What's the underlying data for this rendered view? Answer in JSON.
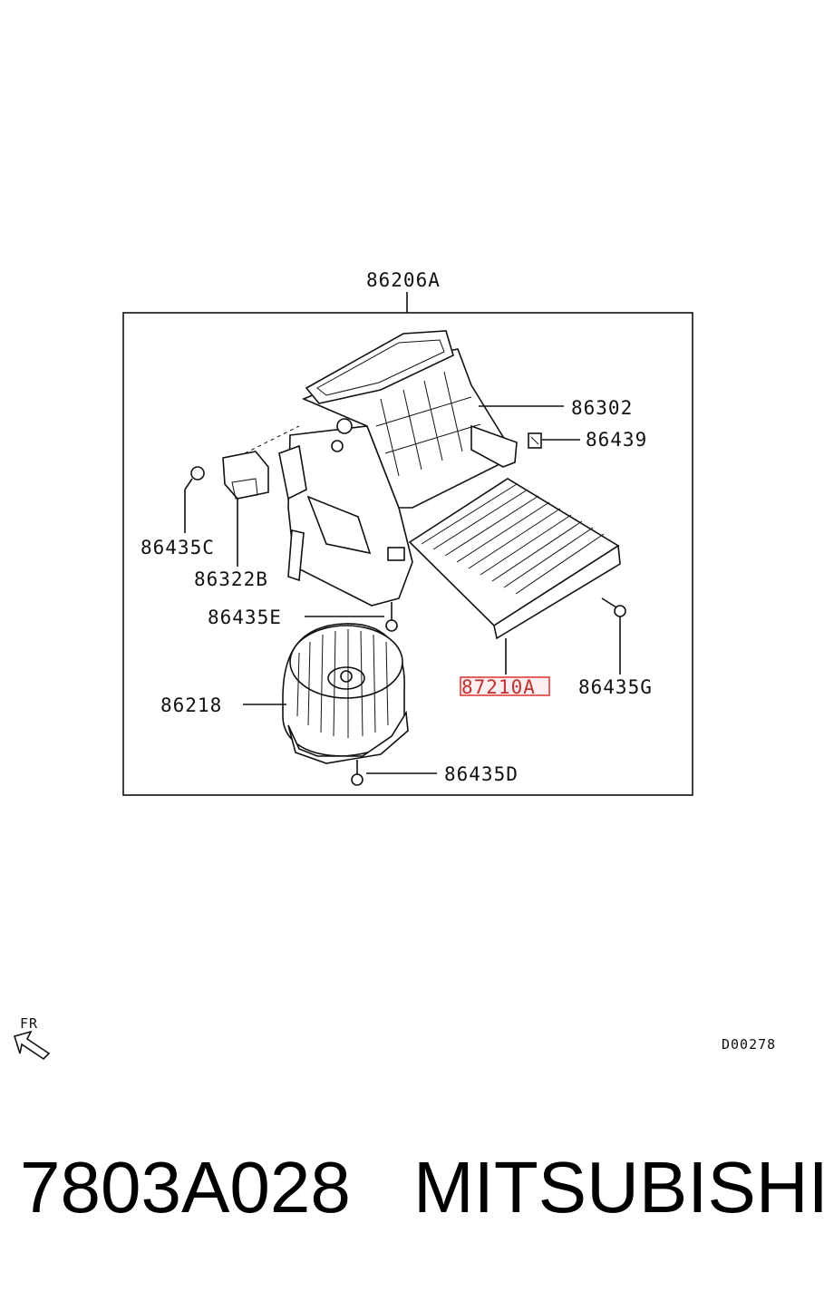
{
  "labels": {
    "housing": "86206A",
    "case": "86302",
    "clip": "86439",
    "screw_c": "86435C",
    "resistor": "86322B",
    "screw_e": "86435E",
    "motor": "86218",
    "filter": "87210A",
    "screw_g": "86435G",
    "screw_d": "86435D"
  },
  "highlight_color": "#e03030",
  "direction_label": "FR",
  "diagram_code": "D00278",
  "part_number": "7803A028",
  "brand": "MITSUBISHI"
}
